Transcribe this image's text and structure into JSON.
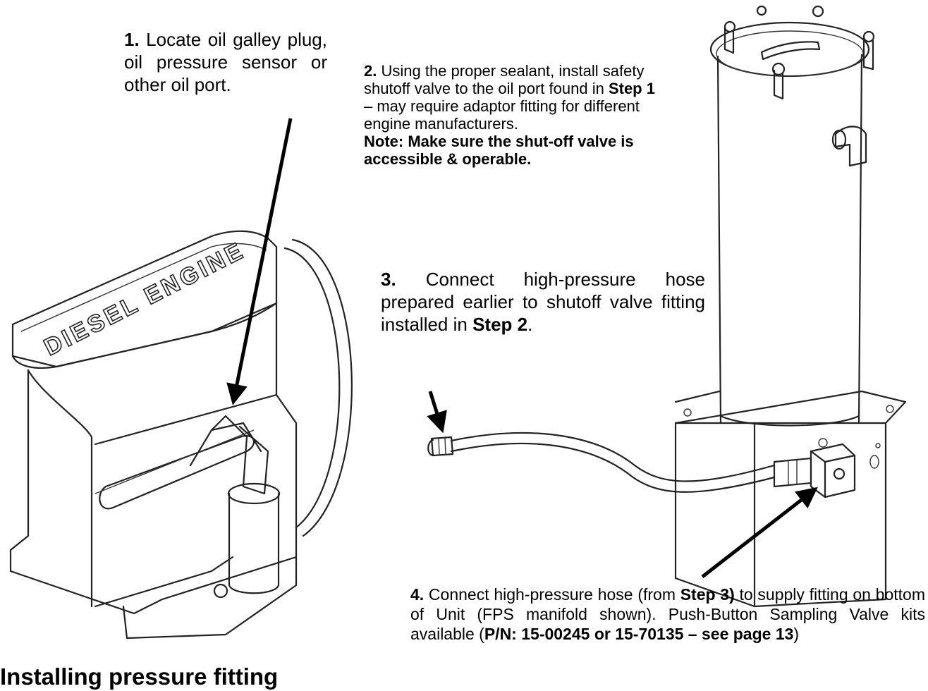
{
  "steps": {
    "s1": {
      "num": "1.",
      "text": " Locate oil galley plug, oil pressure sensor or other oil port."
    },
    "s2": {
      "num": "2.",
      "t1": " Using the proper sealant, install safety shutoff valve to the oil port found in ",
      "b1": "Step 1",
      "t2": " – may require adaptor fitting for different engine manufacturers. ",
      "note": "Note: Make sure the shut-off valve is accessible & operable."
    },
    "s3": {
      "num": "3.",
      "t1": " Connect high-pressure hose prepared earlier to shutoff valve fitting installed in ",
      "b1": "Step 2",
      "t2": "."
    },
    "s4": {
      "num": "4.",
      "t1": " Connect high-pressure hose (from ",
      "b1": "Step 3)",
      "t2": " to supply fitting on bottom of Unit (FPS manifold shown). Push-Button Sampling Valve kits available (",
      "b2": "P/N: 15-00245 or 15-70135 – see page 13",
      "t3": ")"
    }
  },
  "engine_lettering": "DIESEL ENGINE",
  "heading": "Installing pressure fitting",
  "colors": {
    "text": "#000000",
    "line": "#222222",
    "background": "#ffffff"
  }
}
